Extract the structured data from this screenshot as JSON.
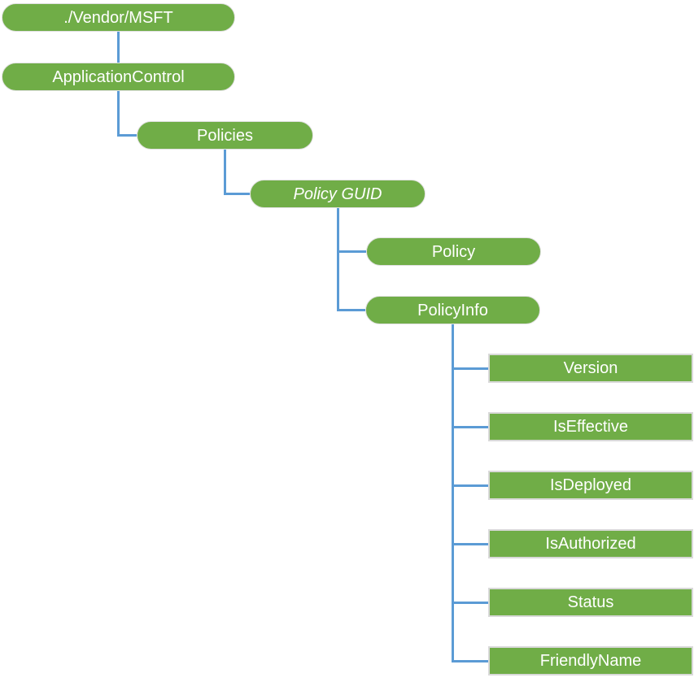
{
  "colors": {
    "node_fill": "#70AD47",
    "pill_border": "#E0E0E0",
    "rect_border": "#D9D9D9",
    "connector": "#5B9BD5",
    "text": "#FFFFFF",
    "background": "#FFFFFF"
  },
  "nodes": [
    {
      "label": "./Vendor/MSFT",
      "shape": "pill",
      "italic": false,
      "parent": null
    },
    {
      "label": "ApplicationControl",
      "shape": "pill",
      "italic": false,
      "parent": "./Vendor/MSFT"
    },
    {
      "label": "Policies",
      "shape": "pill",
      "italic": false,
      "parent": "ApplicationControl"
    },
    {
      "label": "Policy GUID",
      "shape": "pill",
      "italic": true,
      "parent": "Policies"
    },
    {
      "label": "Policy",
      "shape": "pill",
      "italic": false,
      "parent": "Policy GUID"
    },
    {
      "label": "PolicyInfo",
      "shape": "pill",
      "italic": false,
      "parent": "Policy GUID"
    },
    {
      "label": "Version",
      "shape": "rect",
      "italic": false,
      "parent": "PolicyInfo"
    },
    {
      "label": "IsEffective",
      "shape": "rect",
      "italic": false,
      "parent": "PolicyInfo"
    },
    {
      "label": "IsDeployed",
      "shape": "rect",
      "italic": false,
      "parent": "PolicyInfo"
    },
    {
      "label": "IsAuthorized",
      "shape": "rect",
      "italic": false,
      "parent": "PolicyInfo"
    },
    {
      "label": "Status",
      "shape": "rect",
      "italic": false,
      "parent": "PolicyInfo"
    },
    {
      "label": "FriendlyName",
      "shape": "rect",
      "italic": false,
      "parent": "PolicyInfo"
    }
  ]
}
